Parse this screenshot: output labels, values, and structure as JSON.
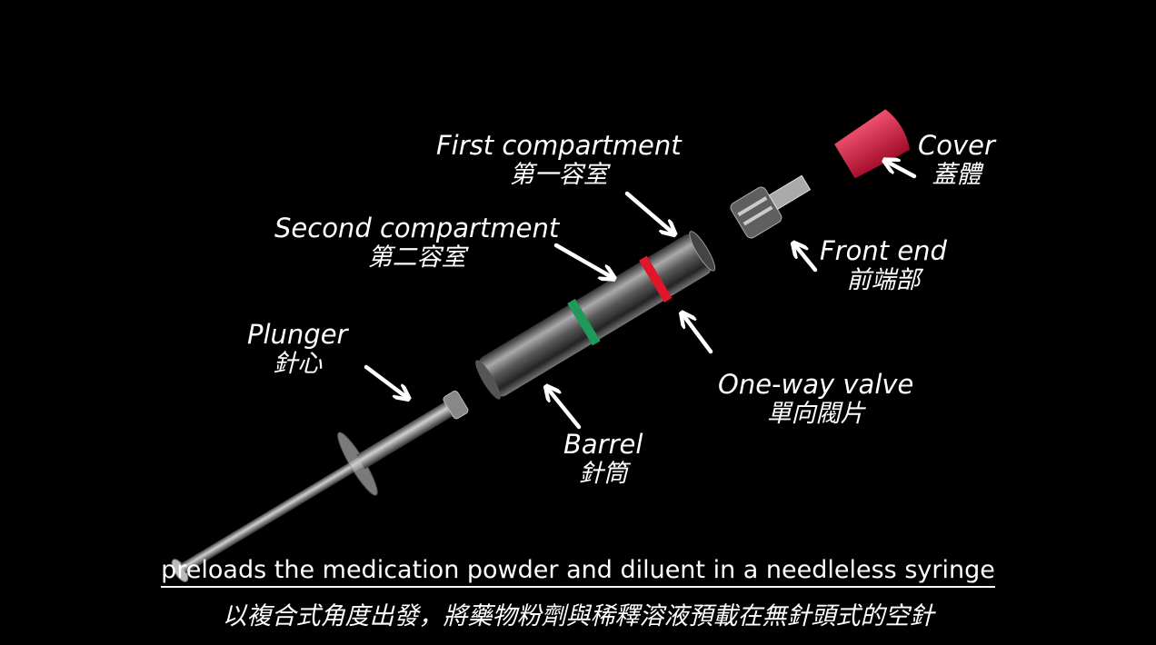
{
  "labels": {
    "first_compartment": {
      "en": "First compartment",
      "zh": "第一容室"
    },
    "second_compartment": {
      "en": "Second compartment",
      "zh": "第二容室"
    },
    "plunger": {
      "en": "Plunger",
      "zh": "針心"
    },
    "barrel": {
      "en": "Barrel",
      "zh": "針筒"
    },
    "one_way_valve": {
      "en": "One-way valve",
      "zh": "單向閥片"
    },
    "front_end": {
      "en": "Front end",
      "zh": "前端部"
    },
    "cover": {
      "en": "Cover",
      "zh": "蓋體"
    }
  },
  "subtitle": {
    "en": "preloads the medication powder and diluent in a needleless syringe",
    "zh": "以複合式角度出發，將藥物粉劑與稀釋溶液預載在無針頭式的空針"
  },
  "colors": {
    "background": "#000000",
    "cover": "#d0163a",
    "green_ring": "#1f9a5a",
    "red_ring": "#e0162b",
    "barrel": "#9a9a9a"
  }
}
